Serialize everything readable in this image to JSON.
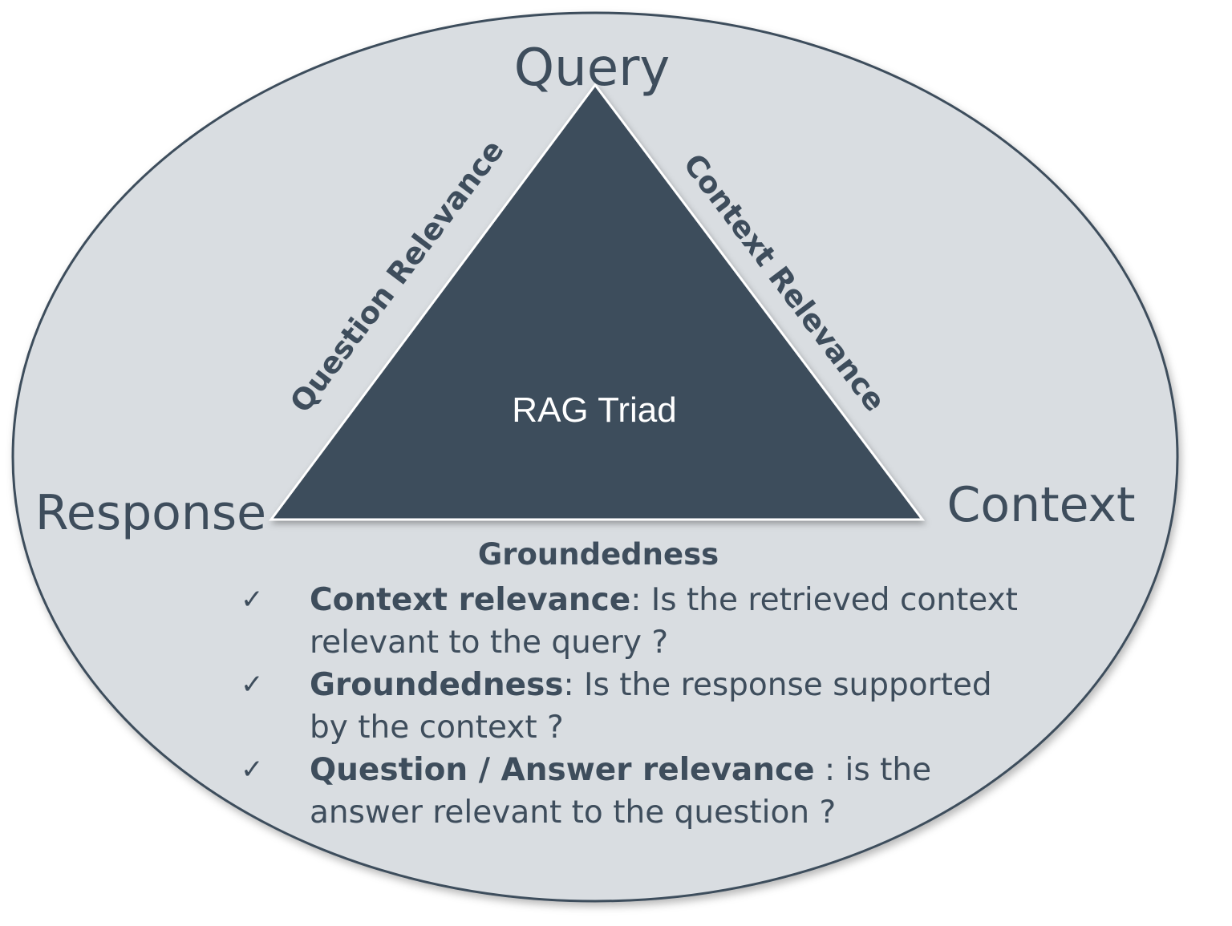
{
  "diagram": {
    "vertices": {
      "top": "Query",
      "left": "Response",
      "right": "Context"
    },
    "edges": {
      "left": "Question Relevance",
      "right": "Context Relevance",
      "bottom": "Groundedness"
    },
    "center": "RAG Triad"
  },
  "bullets": [
    {
      "term": "Context relevance",
      "sep": ": ",
      "text": "Is the retrieved context relevant to the query ?"
    },
    {
      "term": "Groundedness",
      "sep": ": ",
      "text": "Is the response supported by the context ?"
    },
    {
      "term": "Question / Answer relevance",
      "sep": " : ",
      "text": "is the answer relevant to the question ?"
    }
  ],
  "check_symbol": "✓",
  "colors": {
    "ellipse_fill": "#d9dde1",
    "ellipse_stroke": "#3e4d5c",
    "triangle_fill": "#3e4d5c",
    "text": "#3e4d5c",
    "center_text": "#ffffff"
  }
}
